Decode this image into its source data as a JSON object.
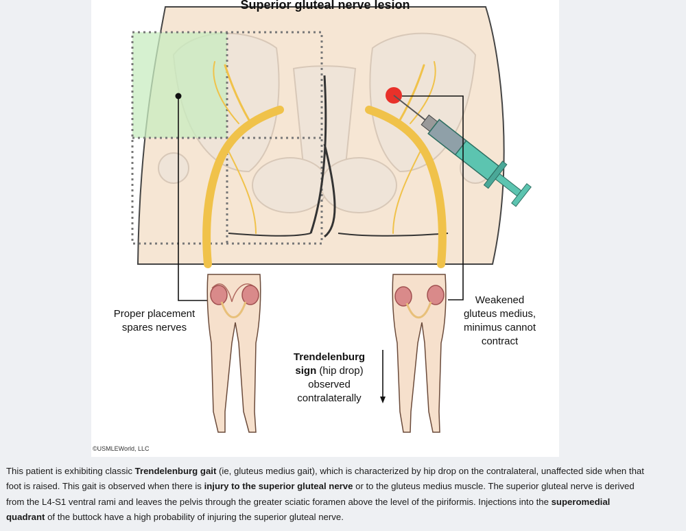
{
  "figure": {
    "title": "Superior gluteal nerve lesion",
    "label_left": [
      "Proper placement",
      "spares nerves"
    ],
    "label_right": [
      "Weakened",
      "gluteus medius,",
      "minimus cannot",
      "contract"
    ],
    "label_center_bold": "Trendelenburg",
    "label_center_bold2": "sign",
    "label_center_rest1": " (hip drop)",
    "label_center_rest2": "observed",
    "label_center_rest3": "contralaterally",
    "copyright": "©USMLEWorld, LLC",
    "colors": {
      "nerve": "#f0c24a",
      "skin": "#f6e6d4",
      "outline": "#222222",
      "safe_zone": "#c8ecc0",
      "lesion": "#e8312a",
      "syringe_barrel": "#5cc4b0"
    }
  },
  "explanation": {
    "s1_a": "This patient is exhibiting classic ",
    "s1_b": "Trendelenburg gait",
    "s1_c": " (ie, gluteus medius gait), which is characterized by hip drop on the contralateral, unaffected side when that foot is raised.  This gait is observed when there is ",
    "s1_d": "injury to the superior gluteal nerve",
    "s1_e": " or to the gluteus medius muscle.  The superior gluteal nerve is derived from the L4-S1 ventral rami and leaves the pelvis through the greater sciatic foramen above the level of the piriformis.  Injections into the ",
    "s1_f": "superomedial quadrant",
    "s1_g": " of the buttock have a high probability of injuring the superior gluteal nerve."
  }
}
